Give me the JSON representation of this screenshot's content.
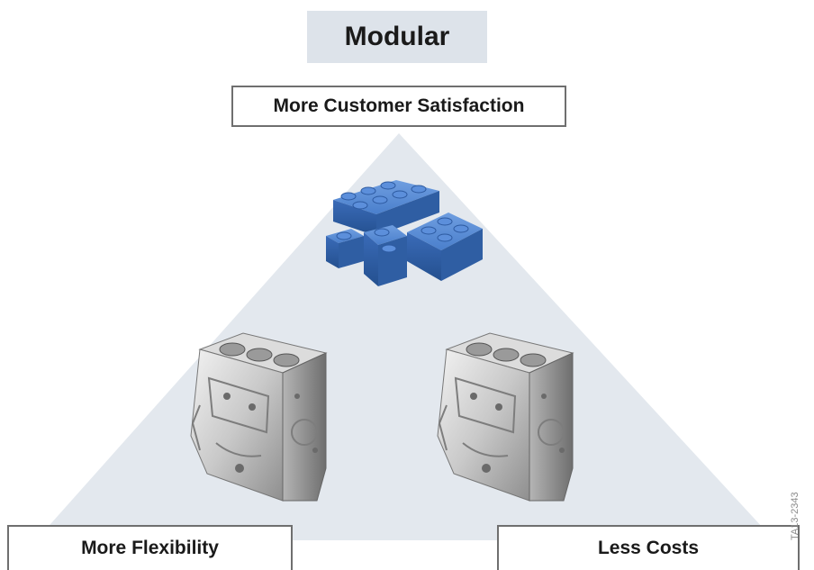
{
  "title": "Modular",
  "top_label": "More Customer Satisfaction",
  "left_label": "More Flexibility",
  "right_label": "Less Costs",
  "figure_code": "TA13-2343",
  "icons": {
    "center": "lego-bricks-icon",
    "left": "engine-block-icon",
    "right": "engine-block-icon"
  },
  "colors": {
    "title_background": "#dde3ea",
    "triangle_fill": "#e3e8ee",
    "brick_blue": "#3d73c4",
    "label_border": "#6f6f6f"
  }
}
